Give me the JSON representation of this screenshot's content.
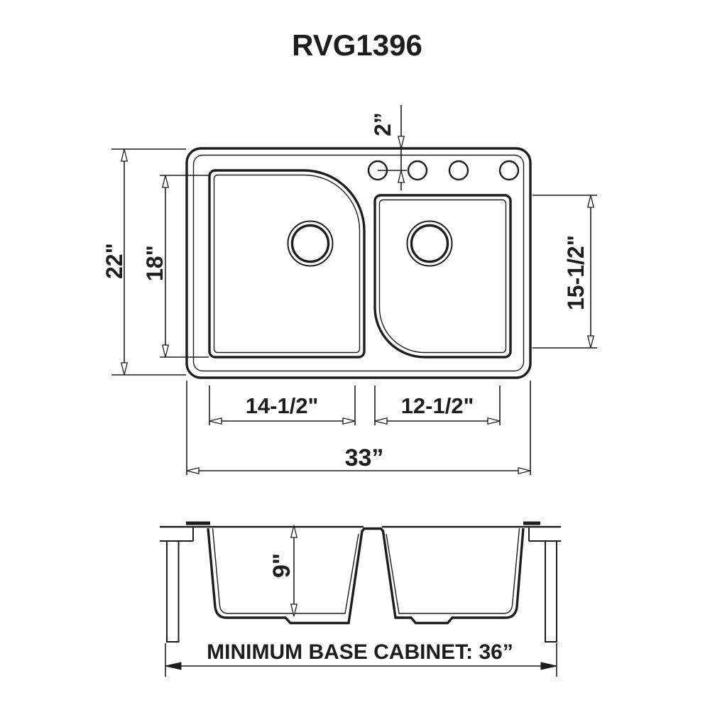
{
  "title": "RVG1396",
  "colors": {
    "line": "#1d1d1f",
    "background": "#ffffff"
  },
  "top_view": {
    "description": "double bowl sink top view",
    "features": {
      "faucet_holes": 4,
      "bowls": 2,
      "drains": 2
    },
    "dimensions": {
      "faucet_hole_offset": "2”",
      "overall_front_to_back": "22\"",
      "left_bowl_front_to_back": "18\"",
      "right_bowl_front_to_back": "15-1/2\"",
      "left_bowl_width": "14-1/2\"",
      "right_bowl_width": "12-1/2\"",
      "overall_width": "33”"
    }
  },
  "front_view": {
    "description": "double bowl sink front elevation",
    "dimensions": {
      "bowl_depth": "9\"",
      "minimum_base_cabinet": "MINIMUM BASE CABINET: 36”"
    }
  }
}
